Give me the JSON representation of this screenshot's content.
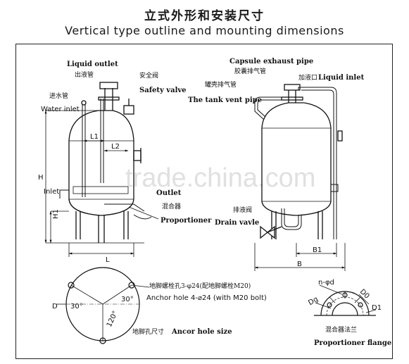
{
  "header": {
    "title_cn": "立式外形和安装尺寸",
    "title_en": "Vertical type outline and mounting dimensions"
  },
  "watermark": "trade.china.com",
  "left_view": {
    "liquid_outlet": "Liquid outlet",
    "liquid_outlet_cn": "出液管",
    "safety_valve_cn": "安全阀",
    "safety_valve": "Safety valve",
    "water_inlet_cn": "进水管",
    "water_inlet": "Water inlet",
    "inlet": "Inlet",
    "outlet": "Outlet",
    "mixer_cn": "混合器",
    "proportioner": "Proportioner",
    "dim_l1": "L1",
    "dim_l2": "L2",
    "dim_h1": "H1",
    "dim_h": "H",
    "dim_l": "L"
  },
  "right_view": {
    "capsule_exhaust": "Capsule exhaust pipe",
    "capsule_exhaust_cn": "胶囊排气管",
    "tank_vent_cn": "罐壳排气管",
    "tank_vent": "The tank vent pipe",
    "liquid_inlet_cn": "加液口",
    "liquid_inlet": "Liquid inlet",
    "drain_cn": "排液阀",
    "drain_valve": "Drain vavle",
    "dim_b1": "B1",
    "dim_b": "B"
  },
  "anchor_view": {
    "dim_d": "D",
    "angle_30_left": "30°",
    "angle_30_right": "30°",
    "angle_120": "120°",
    "anchor_note_cn": "地脚螺栓孔3-φ24(配地脚螺栓M20)",
    "anchor_note": "Anchor hole 4-⌀24 (with M20 bolt)",
    "anchor_size_cn": "地脚孔尺寸",
    "anchor_size": "Ancor hole size"
  },
  "flange_view": {
    "n_d": "n-φd",
    "dg": "Dg",
    "d0": "D0",
    "d1": "D1",
    "flange_cn": "混合器法兰",
    "flange": "Proportioner flange"
  }
}
